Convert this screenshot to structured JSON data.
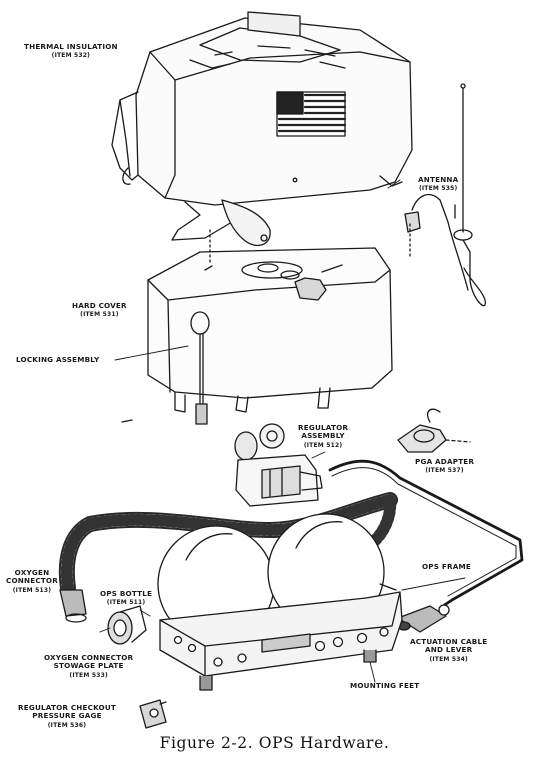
{
  "labels": {
    "thermal_insulation": {
      "name": "THERMAL INSULATION",
      "item": "(ITEM 532)"
    },
    "antenna": {
      "name": "ANTENNA",
      "item": "(ITEM 535)"
    },
    "hard_cover": {
      "name": "HARD COVER",
      "item": "(ITEM 531)"
    },
    "locking_assembly": {
      "name": "LOCKING ASSEMBLY"
    },
    "regulator_assembly": {
      "name1": "REGULATOR",
      "name2": "ASSEMBLY",
      "item": "(ITEM 512)"
    },
    "pga_adapter": {
      "name": "PGA ADAPTER",
      "item": "(ITEM 537)"
    },
    "oxygen_connector": {
      "name1": "OXYGEN",
      "name2": "CONNECTOR",
      "item": "(ITEM 513)"
    },
    "ops_bottle": {
      "name": "OPS BOTTLE",
      "item": "(ITEM 511)"
    },
    "ops_frame": {
      "name": "OPS FRAME"
    },
    "stowage_plate": {
      "name1": "OXYGEN CONNECTOR",
      "name2": "STOWAGE PLATE",
      "item": "(ITEM 533)"
    },
    "actuation_cable": {
      "name1": "ACTUATION CABLE",
      "name2": "AND LEVER",
      "item": "(ITEM 534)"
    },
    "mounting_feet": {
      "name": "MOUNTING FEET"
    },
    "checkout_gage": {
      "name1": "REGULATOR CHECKOUT",
      "name2": "PRESSURE GAGE",
      "item": "(ITEM 536)"
    }
  },
  "caption": {
    "number": "Figure 2-2.",
    "title": "OPS Hardware."
  }
}
